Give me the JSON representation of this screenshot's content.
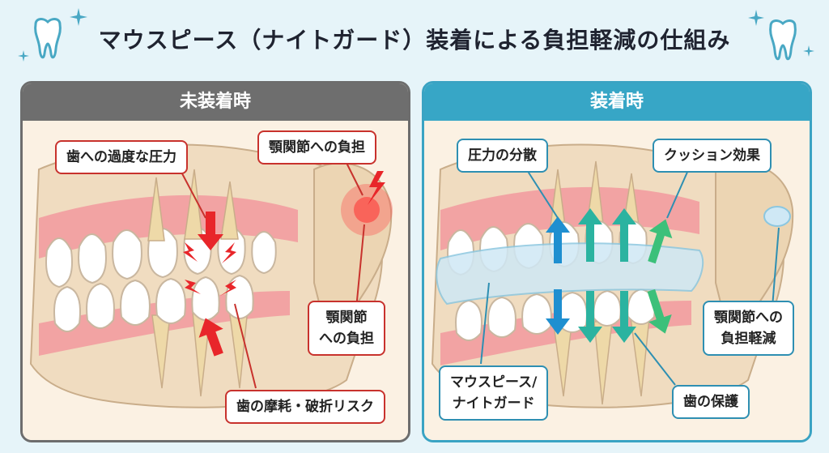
{
  "title": "マウスピース（ナイトガード）装着による負担軽減の仕組み",
  "panels": {
    "left": {
      "header": "未装着時",
      "labels": {
        "pressure": "歯への過度な圧力",
        "tmj_top": "顎関節への負担",
        "tmj_side_1": "顎関節",
        "tmj_side_2": "への負担",
        "wear": "歯の摩耗・破折リスク"
      }
    },
    "right": {
      "header": "装着時",
      "labels": {
        "disperse": "圧力の分散",
        "cushion": "クッション効果",
        "guard_1": "マウスピース/",
        "guard_2": "ナイトガード",
        "tmj_1": "顎関節への",
        "tmj_2": "負担軽減",
        "protect": "歯の保護"
      }
    }
  },
  "colors": {
    "background": "#e6f4f9",
    "left_header": "#6e6e6e",
    "right_header": "#37a6c6",
    "alert_red": "#c8322d",
    "callout_blue": "#2e8fb2",
    "mouthguard": "#cfe8f5"
  },
  "icons": [
    "tooth-icon",
    "sparkle-icon",
    "lightning-icon",
    "pressure-arrow-icon",
    "dispersion-arrow-icon"
  ]
}
